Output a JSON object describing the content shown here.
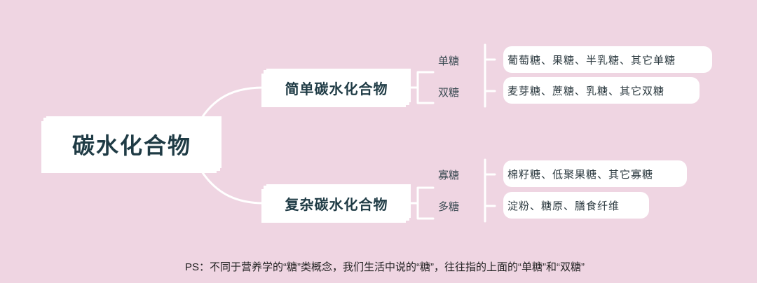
{
  "root": "碳水化合物",
  "branches": [
    {
      "label": "简单碳水化合物",
      "children": [
        {
          "label": "单糖",
          "examples": "葡萄糖、果糖、半乳糖、其它单糖"
        },
        {
          "label": "双糖",
          "examples": "麦芽糖、蔗糖、乳糖、其它双糖"
        }
      ]
    },
    {
      "label": "复杂碳水化合物",
      "children": [
        {
          "label": "寡糖",
          "examples": "棉籽糖、低聚果糖、其它寡糖"
        },
        {
          "label": "多糖",
          "examples": "淀粉、糖原、膳食纤维"
        }
      ]
    }
  ],
  "note": "PS：不同于营养学的“糖”类概念，我们生活中说的“糖”，往往指的上面的“单糖”和“双糖”",
  "colors": {
    "background": "#efd5e2",
    "text": "#1f3b45",
    "node": "#ffffff"
  }
}
